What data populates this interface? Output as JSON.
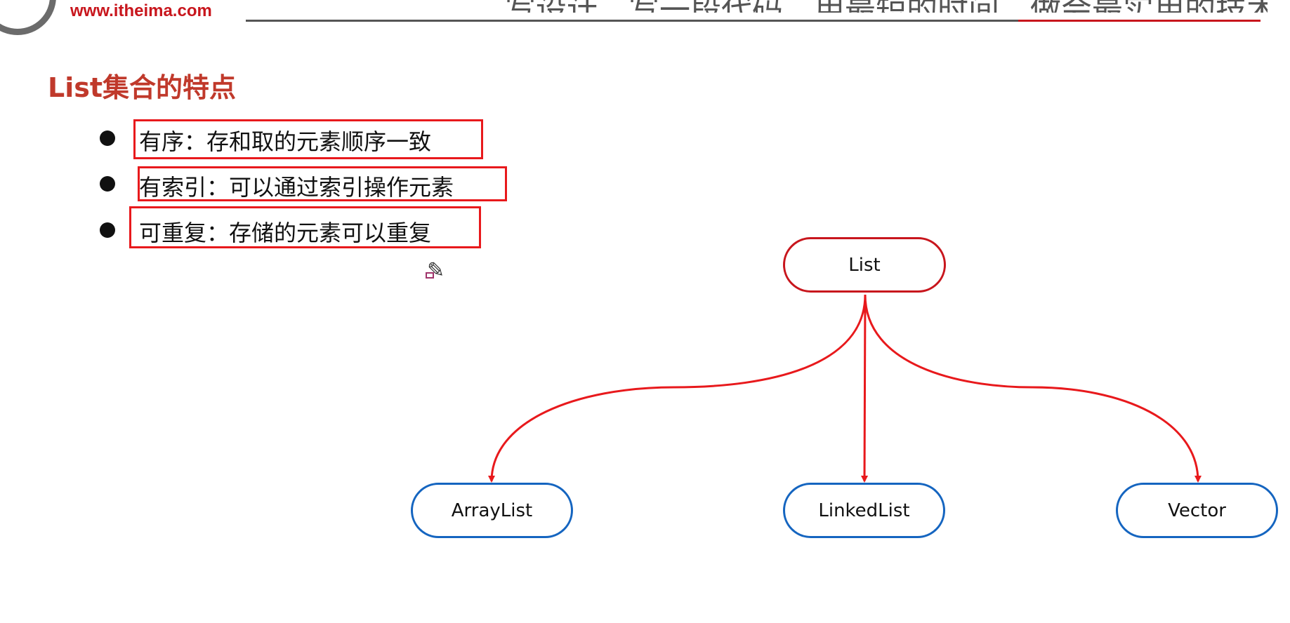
{
  "header": {
    "logo_url": "www.itheima.com",
    "slogan": "…写设计，写一段代码，用最短的时间，做会最实用的技术…"
  },
  "slide": {
    "title": "List集合的特点",
    "items": [
      {
        "label": "有序：存和取的元素顺序一致"
      },
      {
        "label": "有索引：可以通过索引操作元素"
      },
      {
        "label": "可重复：存储的元素可以重复"
      }
    ]
  },
  "diagram": {
    "root": "List",
    "children": [
      "ArrayList",
      "LinkedList",
      "Vector"
    ],
    "colors": {
      "root_border": "#c8161d",
      "child_border": "#1565c0",
      "arrow": "#e8191c"
    }
  }
}
